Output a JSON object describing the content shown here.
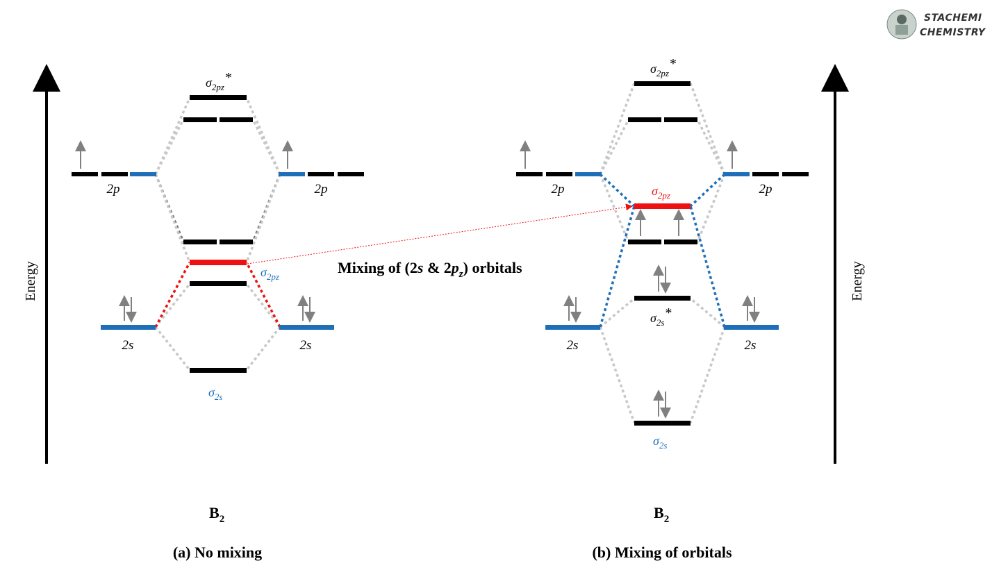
{
  "logo": {
    "line1": "STACHEMI",
    "line2": "CHEMISTRY"
  },
  "axis": {
    "label": "Energy"
  },
  "mixing_note": {
    "text_prefix": "Mixing of (2",
    "s": "s",
    "mid": " & 2",
    "p": "p",
    "z": "z",
    "suffix": ") orbitals"
  },
  "labels": {
    "two_p": "2p",
    "two_s": "2s",
    "sigma": "σ",
    "sub_2pz": "2pz",
    "sub_2s": "2s",
    "star": "*"
  },
  "diagram_a": {
    "molecule": "B",
    "molecule_sub": "2",
    "caption": "(a) No mixing"
  },
  "diagram_b": {
    "molecule": "B",
    "molecule_sub": "2",
    "caption": "(b) Mixing of orbitals"
  },
  "colors": {
    "black_level": "#000000",
    "blue_level": "#1f6fb8",
    "red_level": "#ee1111",
    "gray_dotted": "#c8c8c8",
    "dark_dotted": "#6a6a6a",
    "electron": "#808080",
    "sigma_2s_label": "#1f6fb8",
    "sigma_2pz_label_a": "#1f6fb8",
    "sigma_2pz_label_b": "#ee1111"
  }
}
